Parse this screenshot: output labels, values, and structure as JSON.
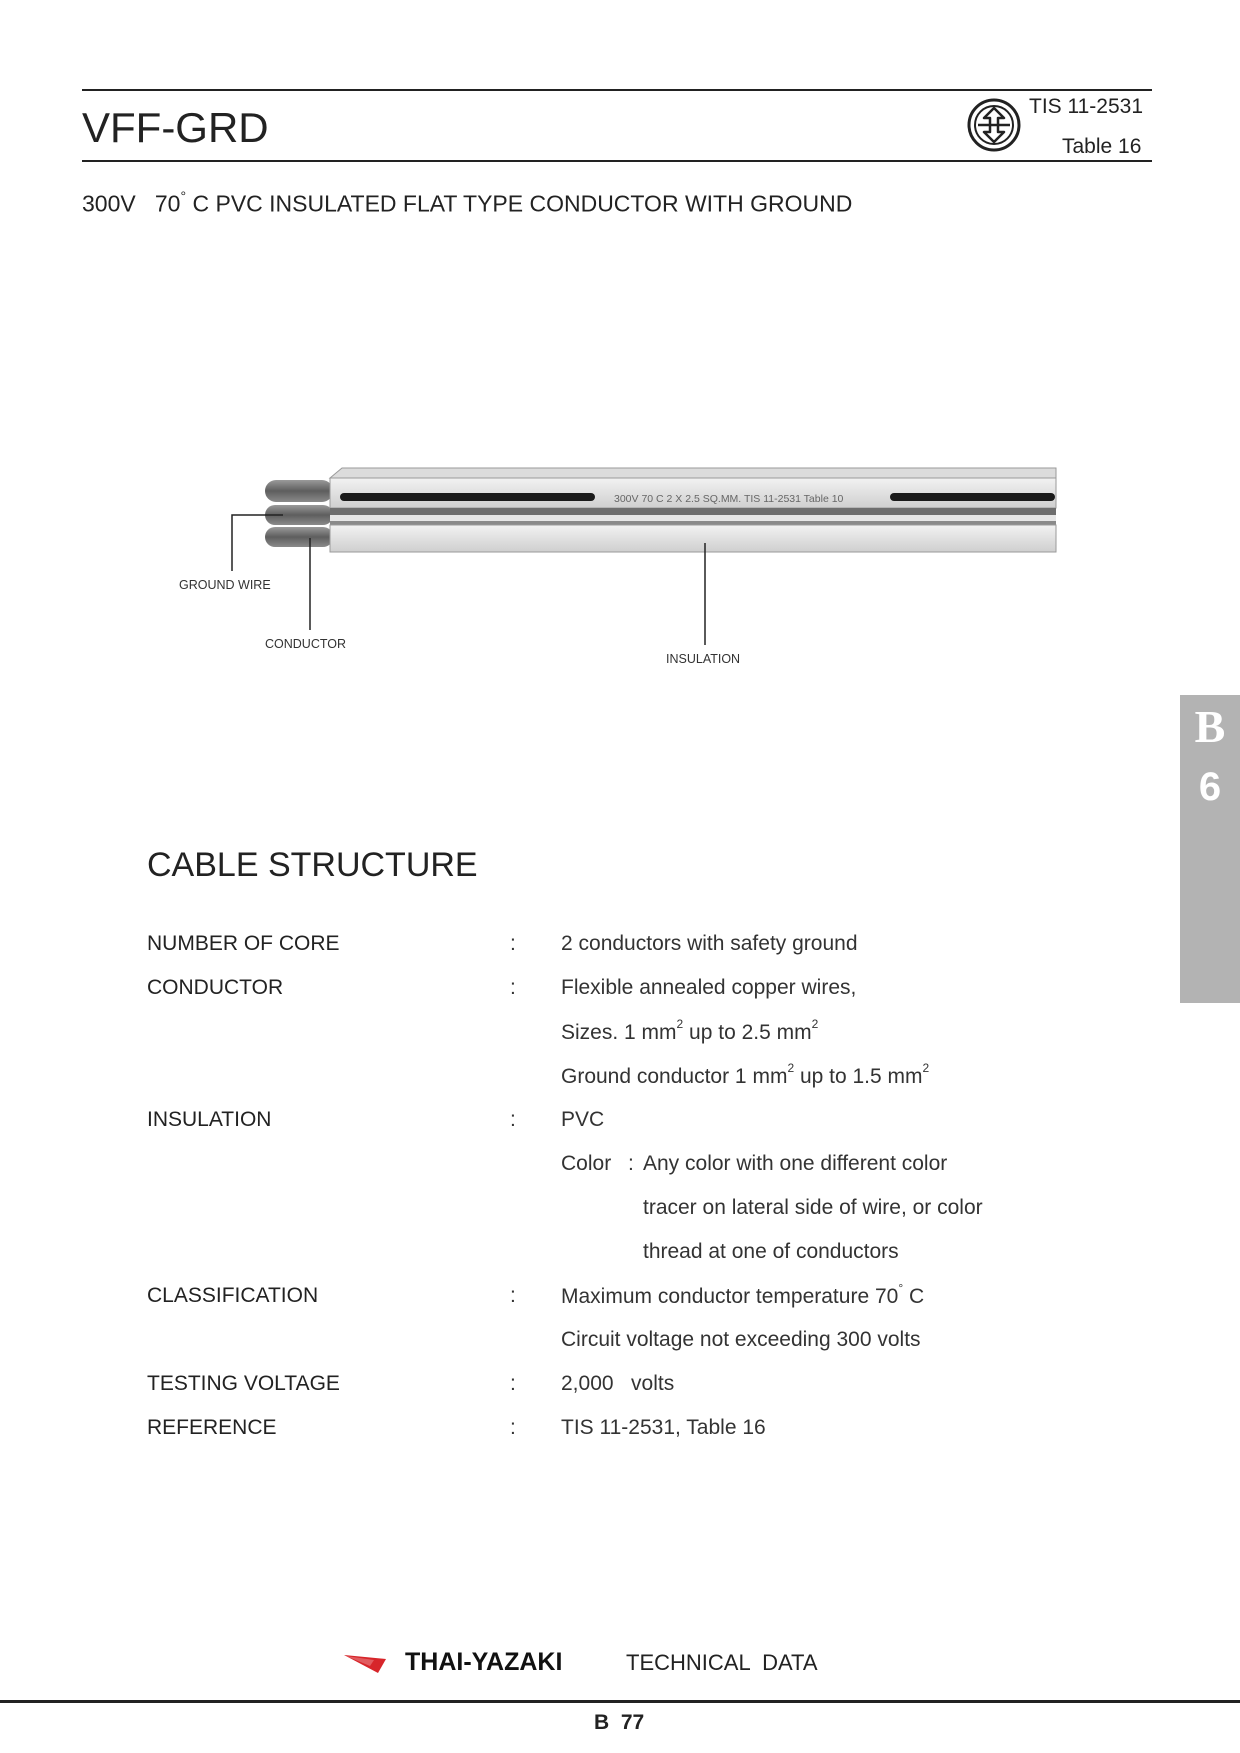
{
  "header": {
    "title": "VFF-GRD",
    "standard": "TIS  11-2531",
    "table": "Table  16",
    "logo_icon": "tis-standard-mark-icon"
  },
  "subtitle": {
    "voltage": "300V",
    "temp": "70",
    "degree": "°",
    "rest": "C PVC INSULATED FLAT TYPE CONDUCTOR WITH GROUND"
  },
  "diagram": {
    "cable_print": "300V 70 C 2 X 2.5 SQ.MM. TIS 11-2531 Table 10",
    "labels": {
      "ground_wire": "GROUND WIRE",
      "conductor": "CONDUCTOR",
      "insulation": "INSULATION"
    }
  },
  "side_tab": {
    "letter": "B",
    "number": "6"
  },
  "cable_structure": {
    "heading": "CABLE  STRUCTURE",
    "colon": ":",
    "number_of_core": {
      "label": "NUMBER OF CORE",
      "value": "2 conductors with safety ground"
    },
    "conductor": {
      "label": "CONDUCTOR",
      "line1": "Flexible annealed copper wires,",
      "sizes_pre": "Sizes. 1 mm",
      "sizes_mid": " up to 2.5 mm",
      "ground_pre": "Ground conductor 1 mm",
      "ground_mid": " up to 1.5 mm",
      "sq": "2"
    },
    "insulation": {
      "label": "INSULATION",
      "value": "PVC",
      "color_label": "Color",
      "color_colon": ":",
      "color_line1": "Any color with one different color",
      "color_line2": "tracer on lateral side of wire, or color",
      "color_line3": "thread at one of conductors"
    },
    "classification": {
      "label": "CLASSIFICATION",
      "line1_pre": "Maximum conductor temperature 70",
      "degree": "°",
      "line1_post": " C",
      "line2": "Circuit voltage not exceeding 300 volts"
    },
    "testing_voltage": {
      "label": "TESTING VOLTAGE",
      "value": "2,000   volts"
    },
    "reference": {
      "label": "REFERENCE",
      "value": "TIS 11-2531, Table 16"
    }
  },
  "footer": {
    "brand": "THAI-YAZAKI",
    "tagline": "TECHNICAL  DATA",
    "page": "B  77",
    "brand_color": "#d7252a"
  }
}
